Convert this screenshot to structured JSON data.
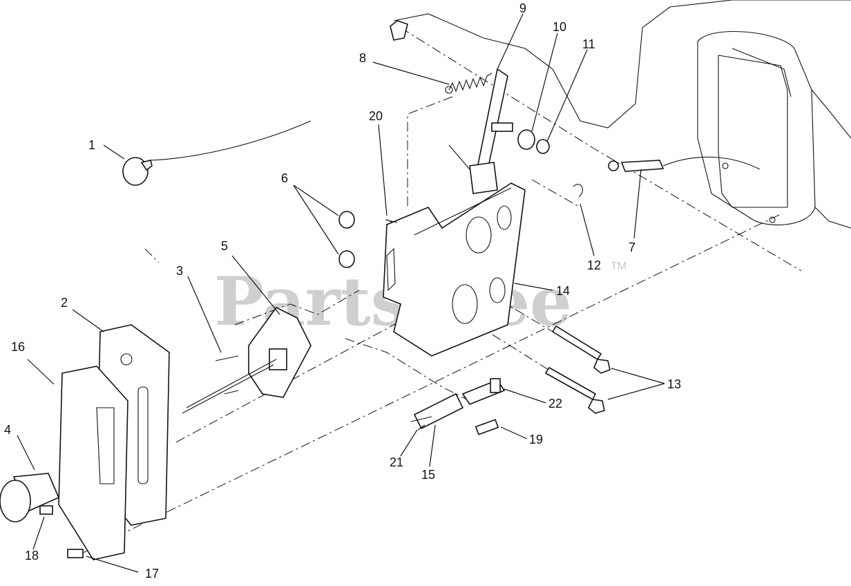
{
  "watermark": {
    "text": "PartsTree",
    "trademark": "TM"
  },
  "callouts": [
    {
      "id": "1",
      "label": "1"
    },
    {
      "id": "2",
      "label": "2"
    },
    {
      "id": "3",
      "label": "3"
    },
    {
      "id": "4",
      "label": "4"
    },
    {
      "id": "5",
      "label": "5"
    },
    {
      "id": "6",
      "label": "6"
    },
    {
      "id": "7",
      "label": "7"
    },
    {
      "id": "8",
      "label": "8"
    },
    {
      "id": "9",
      "label": "9"
    },
    {
      "id": "10",
      "label": "10"
    },
    {
      "id": "11",
      "label": "11"
    },
    {
      "id": "12",
      "label": "12"
    },
    {
      "id": "13",
      "label": "13"
    },
    {
      "id": "14",
      "label": "14"
    },
    {
      "id": "15",
      "label": "15"
    },
    {
      "id": "16",
      "label": "16"
    },
    {
      "id": "17",
      "label": "17"
    },
    {
      "id": "18",
      "label": "18"
    },
    {
      "id": "19",
      "label": "19"
    },
    {
      "id": "20",
      "label": "20"
    },
    {
      "id": "21",
      "label": "21"
    },
    {
      "id": "22",
      "label": "22"
    }
  ]
}
